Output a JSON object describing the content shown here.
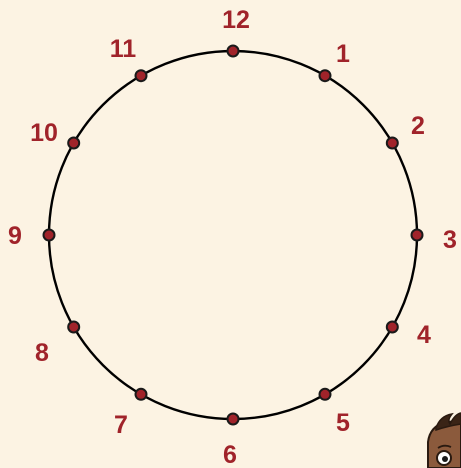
{
  "colors": {
    "background": "#FCF3E3",
    "circle": "#000000",
    "point_fill": "#A0232A",
    "point_stroke": "#1A1A1A",
    "label": "#A0232A",
    "character_skin": "#8B5A3C",
    "character_hair": "#3A2416"
  },
  "clock": {
    "labels": [
      "12",
      "1",
      "2",
      "3",
      "4",
      "5",
      "6",
      "7",
      "8",
      "9",
      "10",
      "11"
    ]
  },
  "character": {
    "icon": "cartoon-character-peeking-icon"
  }
}
